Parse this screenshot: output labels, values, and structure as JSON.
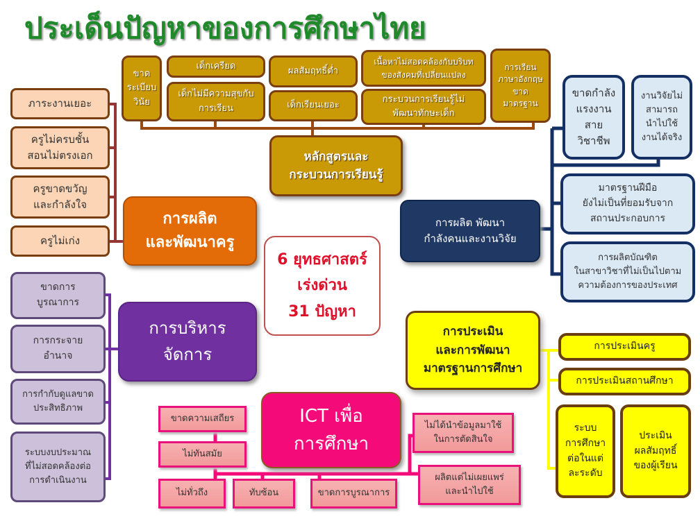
{
  "title": "ประเด็นปัญหาของการศึกษาไทย",
  "center": "6 ยุทธศาสตร์\nเร่งด่วน\n31 ปัญหา",
  "curriculum": {
    "main": "หลักสูตรและ\nกระบวนการเรียนรู้",
    "items": [
      "ขาด\nระเบียบ\nวินัย",
      "เด็กเครียด",
      "เด็กไม่มีความสุขกับ\nการเรียน",
      "ผลสัมฤทธิ์ต่ำ",
      "เด็กเรียนเยอะ",
      "เนื้อหาไม่สอดคล้องกับบริบท\nของสังคมที่เปลี่ยนแปลง",
      "กระบวนการเรียนรู้ไม่\nพัฒนาทักษะเด็ก",
      "การเรียน\nภาษาอังกฤษ\nขาด\nมาตรฐาน"
    ]
  },
  "teachers": {
    "main": "การผลิต\nและพัฒนาครู",
    "items": [
      "ภาระงานเยอะ",
      "ครูไม่ครบชั้น\nสอนไม่ตรงเอก",
      "ครูขาดขวัญ\nและกำลังใจ",
      "ครูไม่เก่ง"
    ]
  },
  "management": {
    "main": "การบริหาร\nจัดการ",
    "items": [
      "ขาดการ\nบูรณาการ",
      "การกระจาย\nอำนาจ",
      "การกำกับดูแลขาด\nประสิทธิภาพ",
      "ระบบงบประมาณ\nที่ไม่สอดคล้องต่อ\nการดำเนินงาน"
    ]
  },
  "workforce": {
    "main": "การผลิต พัฒนา\nกำลังคนและงานวิจัย",
    "items": [
      "ขาดกำลัง\nแรงงาน\nสาย\nวิชาชีพ",
      "งานวิจัยไม่\nสามารถ\nนำไปใช้\nงานได้จริง",
      "มาตรฐานฝีมือ\nยังไม่เป็นที่ยอมรับจาก\nสถานประกอบการ",
      "การผลิตบัณฑิต\nในสาขาวิชาที่ไม่เป็นไปตาม\nความต้องการของประเทศ"
    ]
  },
  "assessment": {
    "main": "การประเมิน\nและการพัฒนา\nมาตรฐานการศึกษา",
    "items": [
      "การประเมินครู",
      "การประเมินสถานศึกษา",
      "ระบบ\nการศึกษา\nต่อในแต่\nละระดับ",
      "ประเมิน\nผลสัมฤทธิ์\nของผู้เรียน"
    ]
  },
  "ict": {
    "main": "ICT เพื่อ\nการศึกษา",
    "items": [
      "ขาดความเสถียร",
      "ไม่ทันสมัย",
      "ไม่ทั่วถึง",
      "ทับซ้อน",
      "ขาดการบูรณาการ",
      "ไม่ได้นำข้อมูลมาใช้\nในการตัดสินใจ",
      "ผลิตแต่ไม่เผยแพร่\nและนำไปใช้"
    ]
  },
  "colors": {
    "title": "#1e8a2a",
    "gold": "#c99a06",
    "orange": "#e36c09",
    "purple": "#7030a0",
    "navy": "#1f3864",
    "yellow": "#ffff00",
    "pink": "#f50a7a"
  }
}
